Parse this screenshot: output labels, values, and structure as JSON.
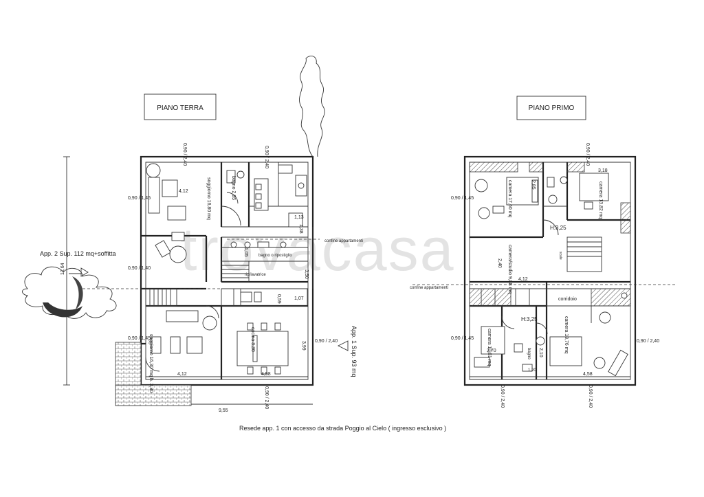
{
  "ground_floor": {
    "title": "PIANO TERRA",
    "apartment_note": "App. 2 Sup. 112 mq+soffitta",
    "apartment1_note": "App. 1 Sup. 93 mq",
    "rooms": {
      "living_top": "soggiorno 16,80 mq",
      "bath": "bagno 2,85",
      "storage": "bagno o ripostiglio",
      "living_bottom": "soggiorno 16,30 mq h. 3,30",
      "kitchen": "cucina 3,30",
      "laundry": "rip/lavatrice"
    },
    "dimensions": {
      "top_window_1": "0,90 / 2,40",
      "top_window_2": "0,90 / 2,40",
      "left_window_1": "0,90 / 1,45",
      "left_window_2": "0,90 / 1,40",
      "left_window_3": "0,90 / 1,45",
      "right_window": "0,90 / 2,40",
      "bottom_window": "0,90 / 2,40",
      "width_left": "4,12",
      "width_right": "4,58",
      "living_width": "4,12",
      "total_width": "9,55",
      "total_height": "12,64",
      "d_138": "1,38",
      "d_113": "1,13",
      "d_105": "1,05",
      "d_350": "3,50",
      "d_107": "1,07",
      "d_059": "0,59",
      "d_399": "3,99"
    },
    "boundary": "confine appartamenti"
  },
  "first_floor": {
    "title": "PIANO PRIMO",
    "height_1": "H:3,25",
    "height_2": "H:3,25",
    "rooms": {
      "bedroom_main": "camera 17,60 mq",
      "bedroom_right": "camera 13,82 mq",
      "study": "camera/studio 9,88 mq",
      "bedroom_small": "camera 10,61 mq",
      "bedroom_large": "camera 18,76 mq",
      "bath": "bagno",
      "corridor": "corridoio",
      "stair_note": "scale"
    },
    "dimensions": {
      "top_window": "0,90 / 2,40",
      "left_window_1": "0,90 / 1,45",
      "left_window_2": "0,90 / 1,45",
      "right_window": "0,90 / 2,40",
      "bottom_window_1": "0,90 / 2,40",
      "bottom_window_2": "0,90 / 2,40",
      "d_318": "3,18",
      "d_285": "2,85",
      "d_240": "2,40",
      "d_412": "4,12",
      "d_270": "2,70",
      "d_458": "4,58",
      "d_210": "2,10",
      "d_120": "1,20"
    },
    "boundary": "confine appartamenti"
  },
  "caption": "Resede app. 1 con accesso da strada Poggio al Cielo ( ingresso esclusivo )",
  "watermark": "trovacasa"
}
